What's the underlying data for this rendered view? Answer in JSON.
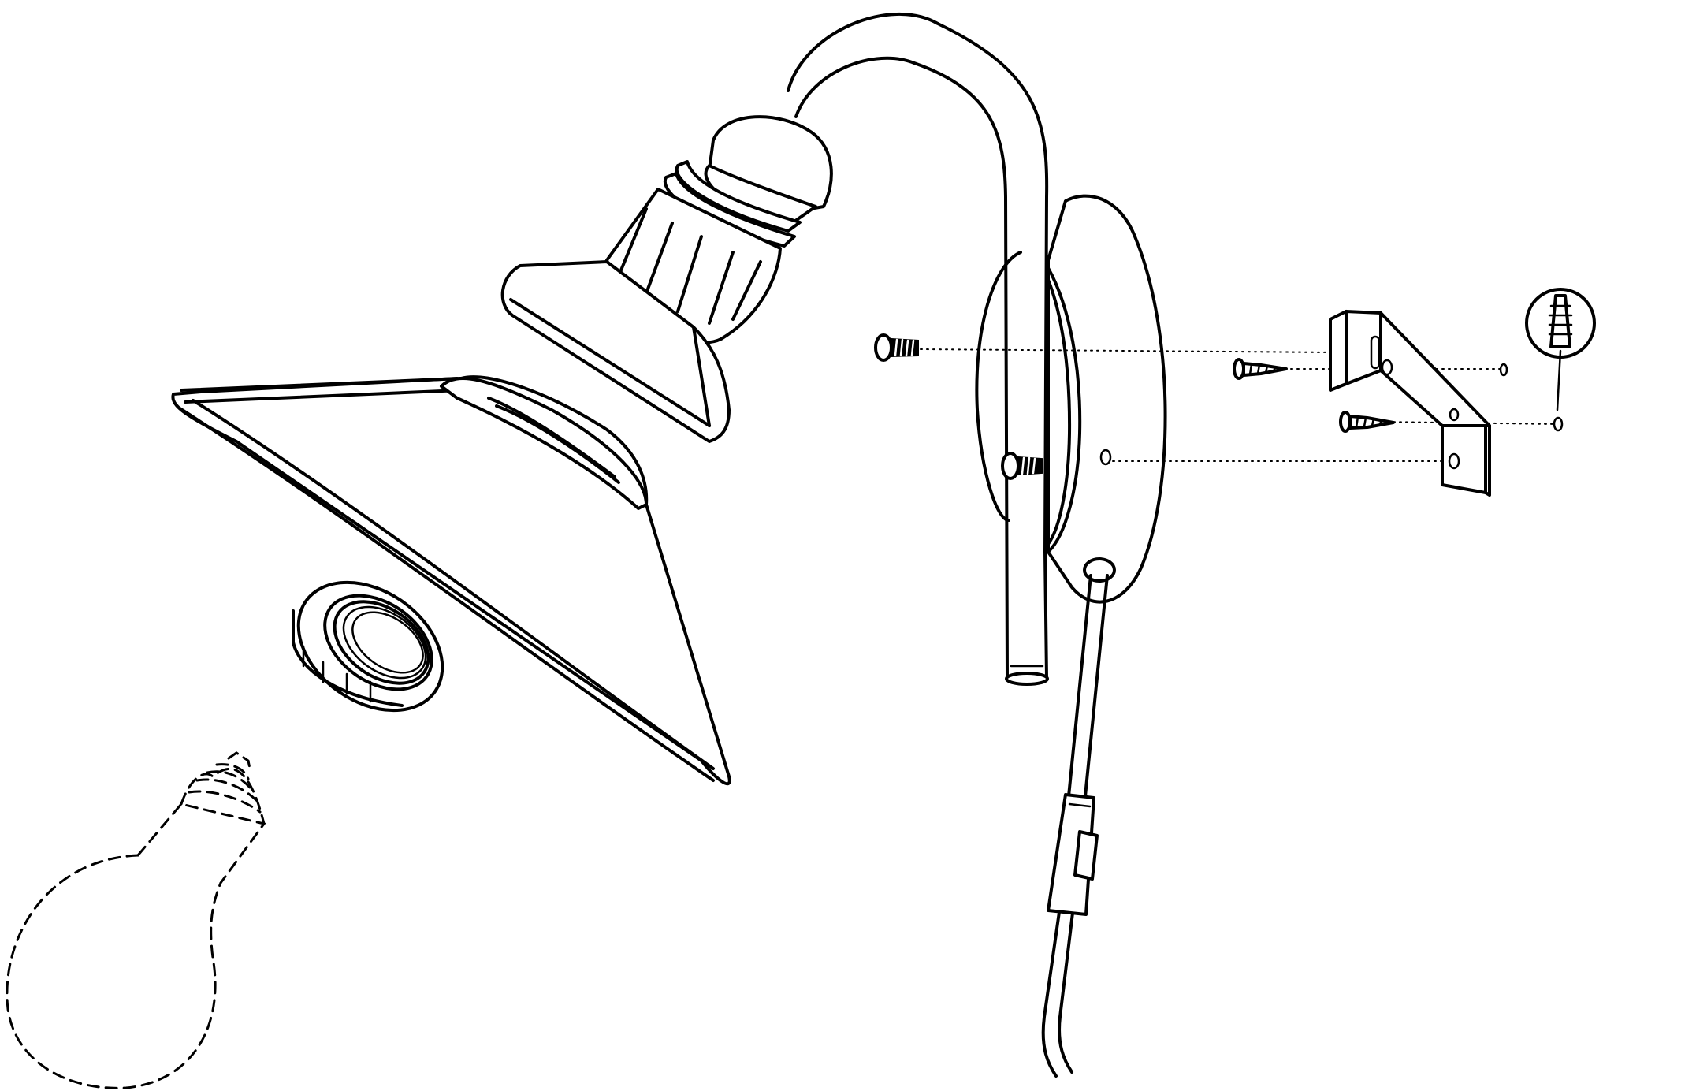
{
  "diagram": {
    "kind": "exploded assembly drawing",
    "colors": {
      "line": "#000000",
      "background": "#ffffff"
    },
    "parts": [
      {
        "id": "light-bulb",
        "style": "dashed outline"
      },
      {
        "id": "shade-ring"
      },
      {
        "id": "lamp-shade"
      },
      {
        "id": "lamp-socket"
      },
      {
        "id": "curved-arm"
      },
      {
        "id": "wall-canopy"
      },
      {
        "id": "canopy-screw-top"
      },
      {
        "id": "canopy-screw-bottom"
      },
      {
        "id": "power-cable"
      },
      {
        "id": "inline-switch"
      },
      {
        "id": "mounting-bracket"
      },
      {
        "id": "wall-screw-top"
      },
      {
        "id": "wall-screw-bottom"
      },
      {
        "id": "wall-plug-detail"
      }
    ]
  }
}
